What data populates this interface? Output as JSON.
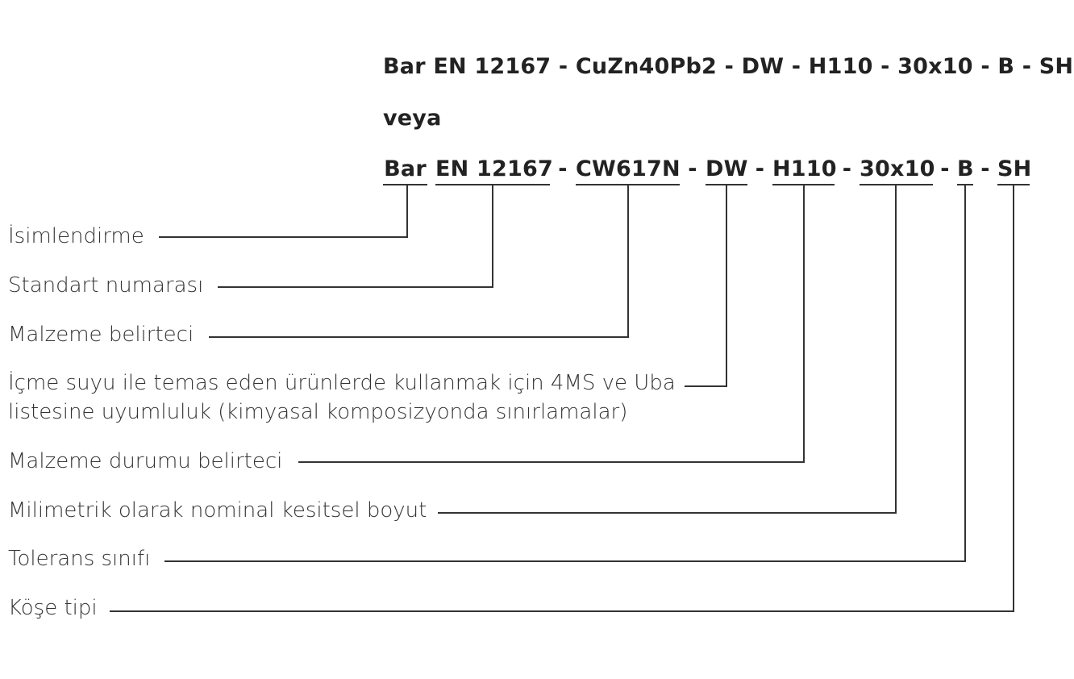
{
  "designation": {
    "line1": "Bar EN 12167 - CuZn40Pb2 - DW - H110 - 30x10 - B - SH",
    "or_text": "veya",
    "separator": "-",
    "parts": [
      "Bar",
      "EN 12167",
      "CW617N",
      "DW",
      "H110",
      "30x10",
      "B",
      "SH"
    ]
  },
  "labels": [
    "İsimlendirme",
    "Standart numarası",
    "Malzeme belirteci",
    "İçme suyu ile temas eden ürünlerde kullanmak için 4MS ve Uba",
    "listesine uyumluluk (kimyasal komposizyonda sınırlamalar)",
    "Malzeme durumu belirteci",
    "Milimetrik olarak nominal kesitsel boyut",
    "Tolerans sınıfı",
    "Köşe tipi"
  ],
  "colors": {
    "text": "#222222",
    "line": "#333333",
    "background": "#ffffff"
  }
}
